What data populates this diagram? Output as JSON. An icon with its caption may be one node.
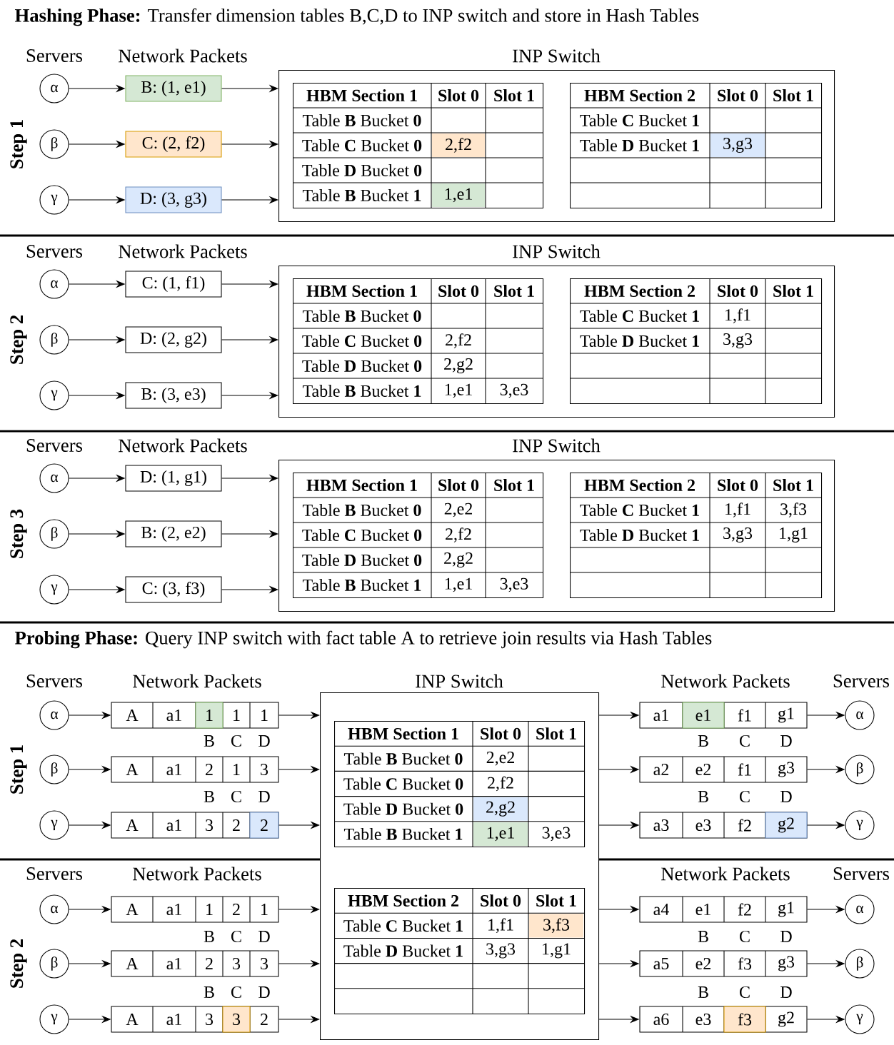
{
  "diagram": {
    "nodes": [
      {
        "text": [
          "α"
        ]
      },
      {
        "text": [
          "β"
        ]
      },
      {
        "text": [
          "γ"
        ]
      },
      {
        "text": [
          "B: (1, e1)"
        ]
      },
      {
        "text": [
          "C: (2, f2)"
        ]
      },
      {
        "text": [
          "D: (3, g3)"
        ]
      },
      {
        "text": [
          "INP Switch"
        ]
      },
      {
        "text": [
          "HBM Section 1",
          "Slot 0",
          "Slot 1",
          "Table **B** Bucket **0**",
          "Table **C** Bucket **0**",
          "2,f2",
          "Table **D** Bucket **0**",
          "Table **B** Bucket **1**",
          "1,e1"
        ],
        "in": 6
      },
      {
        "text": [
          "HBM Section 2",
          "Slot 0",
          "Slot 1",
          "Table **C** Bucket **1**",
          "Table **D** Bucket **1**",
          "3,g3"
        ],
        "in": 6
      },
      {
        "text": [
          "α"
        ]
      },
      {
        "text": [
          "β"
        ]
      },
      {
        "text": [
          "γ"
        ]
      },
      {
        "text": [
          "C: (1, f1)"
        ]
      },
      {
        "text": [
          "D: (2, g2)"
        ]
      },
      {
        "text": [
          "B: (3, e3)"
        ]
      },
      {
        "text": [
          "INP Switch"
        ]
      },
      {
        "text": [
          "HBM Section 1",
          "Slot 0",
          "Slot 1",
          "Table **B** Bucket **0**",
          "Table **C** Bucket **0**",
          "2,f2",
          "Table **D** Bucket **0**",
          "2,g2",
          "Table **B** Bucket **1**",
          "1,e1",
          "3,e3"
        ],
        "in": 15
      },
      {
        "text": [
          "HBM Section 2",
          "Slot 0",
          "Slot 1",
          "Table **C** Bucket **1**",
          "1,f1",
          "Table **D** Bucket **1**",
          "3,g3"
        ],
        "in": 15
      },
      {
        "text": [
          "α"
        ]
      },
      {
        "text": [
          "β"
        ]
      },
      {
        "text": [
          "γ"
        ]
      },
      {
        "text": [
          "D: (1, g1)"
        ]
      },
      {
        "text": [
          "B: (2, e2)"
        ]
      },
      {
        "text": [
          "C: (3, f3)"
        ]
      },
      {
        "text": [
          "INP Switch"
        ]
      },
      {
        "text": [
          "HBM Section 1",
          "Slot 0",
          "Slot 1",
          "Table **B** Bucket **0**",
          "2,e2",
          "Table **C** Bucket **0**",
          "2,f2",
          "Table **D** Bucket **0**",
          "2,g2",
          "Table **B** Bucket **1**",
          "1,e1",
          "3,e3"
        ],
        "in": 24
      },
      {
        "text": [
          "HBM Section 2",
          "Slot 0",
          "Slot 1",
          "Table **C** Bucket **1**",
          "1,f1",
          "3,f3",
          "Table **D** Bucket **1**",
          "3,g3",
          "1,g1"
        ],
        "in": 24
      },
      {
        "text": [
          "α"
        ]
      },
      {
        "text": [
          "β"
        ]
      },
      {
        "text": [
          "γ"
        ]
      },
      {
        "text": [
          "A",
          "a1",
          "1",
          "1",
          "1"
        ]
      },
      {
        "text": [
          "A",
          "a1",
          "2",
          "1",
          "3"
        ]
      },
      {
        "text": [
          "A",
          "a1",
          "3",
          "2",
          "2"
        ]
      },
      {
        "text": [
          "INP Switch"
        ]
      },
      {
        "text": [
          "HBM Section 1",
          "Slot 0",
          "Slot 1",
          "Table **B** Bucket **0**",
          "2,e2",
          "Table **C** Bucket **0**",
          "2,f2",
          "Table **D** Bucket **0**",
          "2,g2",
          "Table **B** Bucket **1**",
          "1,e1",
          "3,e3"
        ],
        "in": 33
      },
      {
        "text": [
          "HBM Section 2",
          "Slot 0",
          "Slot 1",
          "Table **C** Bucket **1**",
          "1,f1",
          "3,f3",
          "Table **D** Bucket **1**",
          "3,g3",
          "1,g1"
        ],
        "in": 33
      },
      {
        "text": [
          "a1",
          "e1",
          "f1",
          "g1"
        ]
      },
      {
        "text": [
          "a2",
          "e2",
          "f1",
          "g3"
        ]
      },
      {
        "text": [
          "a3",
          "e3",
          "f2",
          "g2"
        ]
      },
      {
        "text": [
          "α"
        ]
      },
      {
        "text": [
          "β"
        ]
      },
      {
        "text": [
          "γ"
        ]
      },
      {
        "text": [
          "α"
        ]
      },
      {
        "text": [
          "β"
        ]
      },
      {
        "text": [
          "γ"
        ]
      },
      {
        "text": [
          "A",
          "a1",
          "1",
          "2",
          "1"
        ]
      },
      {
        "text": [
          "A",
          "a1",
          "2",
          "3",
          "3"
        ]
      },
      {
        "text": [
          "A",
          "a1",
          "3",
          "3",
          "2"
        ]
      },
      {
        "text": [
          "a4",
          "e1",
          "f2",
          "g1"
        ]
      },
      {
        "text": [
          "a5",
          "e2",
          "f3",
          "g3"
        ]
      },
      {
        "text": [
          "a6",
          "e3",
          "f3",
          "g2"
        ]
      },
      {
        "text": [
          "α"
        ]
      },
      {
        "text": [
          "β"
        ]
      },
      {
        "text": [
          "γ"
        ]
      }
    ],
    "edges": [
      {
        "from": 0,
        "to": 3,
        "arrow": "to"
      },
      {
        "from": 3,
        "to": 6,
        "arrow": "to"
      },
      {
        "from": 1,
        "to": 4,
        "arrow": "to"
      },
      {
        "from": 4,
        "to": 6,
        "arrow": "to"
      },
      {
        "from": 2,
        "to": 5,
        "arrow": "to"
      },
      {
        "from": 5,
        "to": 6,
        "arrow": "to"
      },
      {
        "from": 9,
        "to": 12,
        "arrow": "to"
      },
      {
        "from": 12,
        "to": 15,
        "arrow": "to"
      },
      {
        "from": 10,
        "to": 13,
        "arrow": "to"
      },
      {
        "from": 13,
        "to": 15,
        "arrow": "to"
      },
      {
        "from": 11,
        "to": 14,
        "arrow": "to"
      },
      {
        "from": 14,
        "to": 15,
        "arrow": "to"
      },
      {
        "from": 18,
        "to": 21,
        "arrow": "to"
      },
      {
        "from": 21,
        "to": 24,
        "arrow": "to"
      },
      {
        "from": 19,
        "to": 22,
        "arrow": "to"
      },
      {
        "from": 22,
        "to": 24,
        "arrow": "to"
      },
      {
        "from": 20,
        "to": 23,
        "arrow": "to"
      },
      {
        "from": 23,
        "to": 24,
        "arrow": "to"
      },
      {
        "from": 27,
        "to": 30,
        "arrow": "to"
      },
      {
        "from": 30,
        "to": 33,
        "arrow": "to"
      },
      {
        "from": 33,
        "to": 36,
        "arrow": "to"
      },
      {
        "from": 36,
        "to": 39,
        "arrow": "to"
      },
      {
        "from": 28,
        "to": 31,
        "arrow": "to"
      },
      {
        "from": 31,
        "to": 33,
        "arrow": "to"
      },
      {
        "from": 33,
        "to": 37,
        "arrow": "to"
      },
      {
        "from": 37,
        "to": 40,
        "arrow": "to"
      },
      {
        "from": 29,
        "to": 32,
        "arrow": "to"
      },
      {
        "from": 32,
        "to": 33,
        "arrow": "to"
      },
      {
        "from": 33,
        "to": 38,
        "arrow": "to"
      },
      {
        "from": 38,
        "to": 41,
        "arrow": "to"
      },
      {
        "from": 42,
        "to": 45,
        "arrow": "to"
      },
      {
        "from": 45,
        "to": 33,
        "arrow": "to"
      },
      {
        "from": 33,
        "to": 48,
        "arrow": "to"
      },
      {
        "from": 48,
        "to": 51,
        "arrow": "to"
      },
      {
        "from": 43,
        "to": 46,
        "arrow": "to"
      },
      {
        "from": 46,
        "to": 33,
        "arrow": "to"
      },
      {
        "from": 33,
        "to": 49,
        "arrow": "to"
      },
      {
        "from": 49,
        "to": 52,
        "arrow": "to"
      },
      {
        "from": 44,
        "to": 47,
        "arrow": "to"
      },
      {
        "from": 47,
        "to": 33,
        "arrow": "to"
      },
      {
        "from": 33,
        "to": 50,
        "arrow": "to"
      },
      {
        "from": 50,
        "to": 53,
        "arrow": "to"
      }
    ],
    "labels": [
      "**Hashing Phase:** Transfer dimension tables B,C,D to INP switch and store in Hash Tables",
      "Servers",
      "Network Packets",
      "Step 1",
      "Servers",
      "Network Packets",
      "Step 2",
      "Servers",
      "Network Packets",
      "Step 3",
      "**Probing Phase:** Query INP switch with fact table A to retrieve join results via Hash Tables",
      "Servers",
      "Network Packets",
      "Network Packets",
      "Servers",
      "Step 1",
      "B",
      "C",
      "D",
      "B",
      "C",
      "D",
      "B",
      "C",
      "D",
      "B",
      "C",
      "D",
      "Servers",
      "Network Packets",
      "Network Packets",
      "Servers",
      "Step 2",
      "B",
      "C",
      "D",
      "B",
      "C",
      "D",
      "B",
      "C",
      "D",
      "B",
      "C",
      "D"
    ]
  }
}
